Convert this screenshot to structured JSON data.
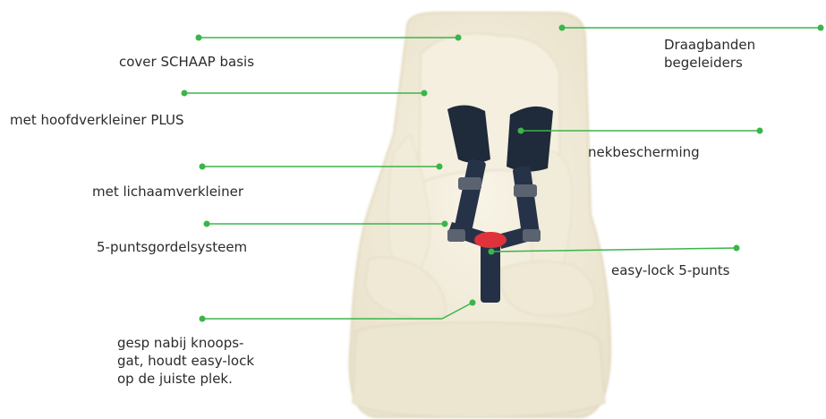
{
  "accent_color": "#3bb54a",
  "annotations": [
    {
      "id": "cover",
      "text": "cover SCHAAP basis"
    },
    {
      "id": "draagbanden",
      "text": "Draagbanden\nbegeleiders"
    },
    {
      "id": "hoofd",
      "text": "met hoofdverkleiner PLUS"
    },
    {
      "id": "nek",
      "text": "nekbescherming"
    },
    {
      "id": "lichaam",
      "text": "met lichaamverkleiner"
    },
    {
      "id": "gordel",
      "text": "5-puntsgordelsysteem"
    },
    {
      "id": "easylock",
      "text": "easy-lock 5-punts"
    },
    {
      "id": "gesp",
      "text": "gesp nabij knoops-\ngat, houdt easy-lock\nop de juiste plek."
    }
  ]
}
